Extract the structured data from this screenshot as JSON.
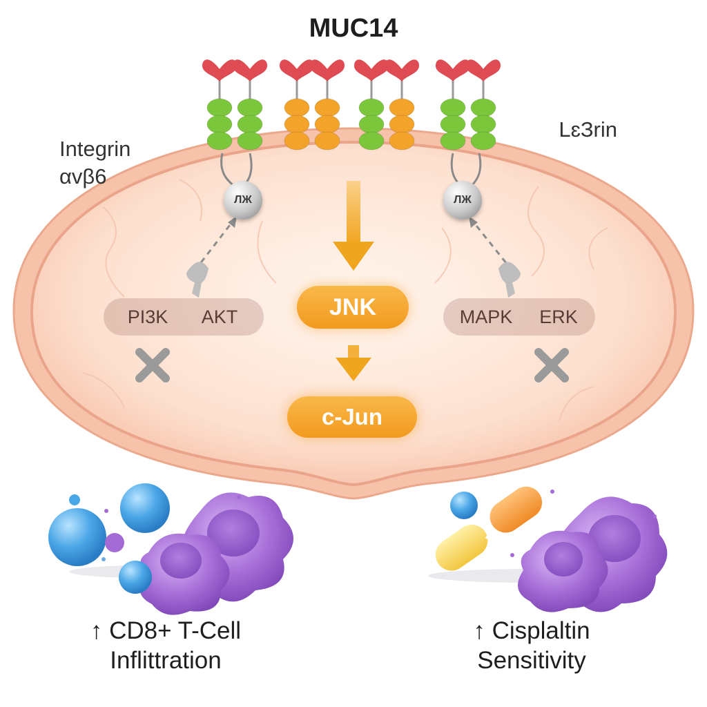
{
  "title": "MUC14",
  "receptors": {
    "left_label_line1": "Integrin",
    "left_label_line2": "αvβ6",
    "right_label": "LɛЗrin",
    "left_adapter": "ЛЖ",
    "right_adapter": "ЛЖ"
  },
  "pathways": {
    "left": {
      "a": "PI3K",
      "b": "AKT"
    },
    "right": {
      "a": "MAPK",
      "b": "ERK"
    },
    "center": {
      "upstream": "JNK",
      "downstream": "c-Jun"
    }
  },
  "outcomes": {
    "left": {
      "line1": "↑ CD8+ T-Cell",
      "line2": "Inflittration"
    },
    "right": {
      "line1": "↑ Cisplaltin",
      "line2": "Sensitivity"
    }
  },
  "colors": {
    "cell_fill": "#fbd9c6",
    "membrane": "#e8a98e",
    "receptor_head": "#de4b52",
    "receptor_green": "#7cc63c",
    "receptor_orange": "#f3a32a",
    "accent_arrow": "#f0a51e",
    "t_cell": "#4aa6e6",
    "tumor_cell": "#a46ad6",
    "inhibit_mark": "#8f8f8f"
  }
}
